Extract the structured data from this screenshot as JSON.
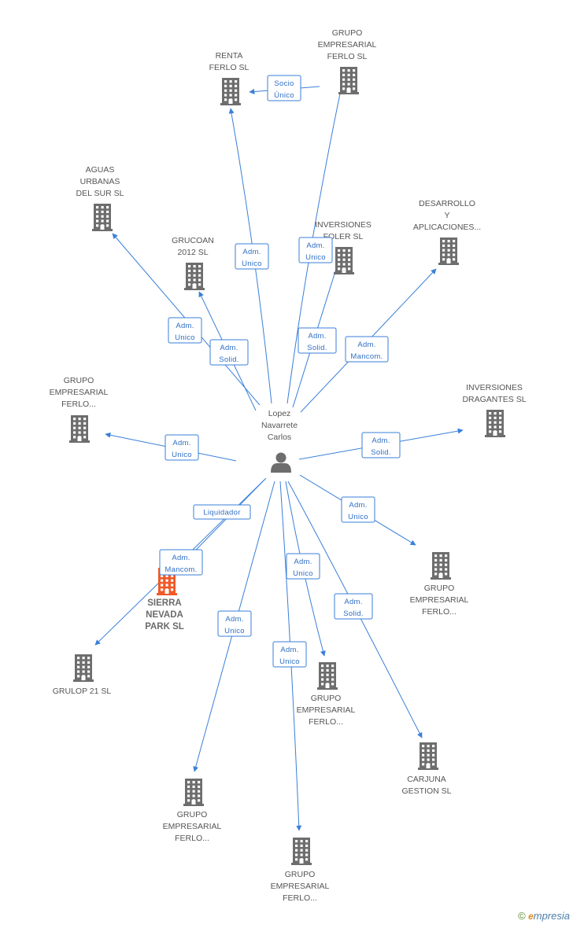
{
  "colors": {
    "edge": "#3a7fd9",
    "building": "#6d6d6d",
    "highlight": "#f05a28",
    "label": "#555555"
  },
  "center": {
    "id": "person",
    "icon": "person-icon",
    "label": [
      "Lopez",
      "Navarrete",
      "Carlos"
    ]
  },
  "nodes": [
    {
      "id": "renta",
      "label": [
        "RENTA",
        "FERLO SL"
      ],
      "icon": "building-icon"
    },
    {
      "id": "grupo_top",
      "label": [
        "GRUPO",
        "EMPRESARIAL",
        "FERLO SL"
      ],
      "icon": "building-icon"
    },
    {
      "id": "aguas",
      "label": [
        "AGUAS",
        "URBANAS",
        "DEL SUR SL"
      ],
      "icon": "building-icon"
    },
    {
      "id": "grucoan",
      "label": [
        "GRUCOAN",
        "2012 SL"
      ],
      "icon": "building-icon"
    },
    {
      "id": "inversiones_foler",
      "label": [
        "INVERSIONES",
        "FOLER SL"
      ],
      "icon": "building-icon"
    },
    {
      "id": "desarrollo",
      "label": [
        "DESARROLLO",
        "Y",
        "APLICACIONES..."
      ],
      "icon": "building-icon"
    },
    {
      "id": "grupo_left",
      "label": [
        "GRUPO",
        "EMPRESARIAL",
        "FERLO..."
      ],
      "icon": "building-icon"
    },
    {
      "id": "inversiones_dragantes",
      "label": [
        "INVERSIONES",
        "DRAGANTES SL"
      ],
      "icon": "building-icon"
    },
    {
      "id": "sierra",
      "label": [
        "SIERRA",
        "NEVADA",
        "PARK SL"
      ],
      "icon": "building-icon",
      "highlight": true
    },
    {
      "id": "grulop",
      "label": [
        "GRULOP 21 SL"
      ],
      "icon": "building-icon"
    },
    {
      "id": "grupo_right",
      "label": [
        "GRUPO",
        "EMPRESARIAL",
        "FERLO..."
      ],
      "icon": "building-icon"
    },
    {
      "id": "grupo_mid",
      "label": [
        "GRUPO",
        "EMPRESARIAL",
        "FERLO..."
      ],
      "icon": "building-icon"
    },
    {
      "id": "carjuna",
      "label": [
        "CARJUNA",
        "GESTION SL"
      ],
      "icon": "building-icon"
    },
    {
      "id": "grupo_bl",
      "label": [
        "GRUPO",
        "EMPRESARIAL",
        "FERLO..."
      ],
      "icon": "building-icon"
    },
    {
      "id": "grupo_bottom",
      "label": [
        "GRUPO",
        "EMPRESARIAL",
        "FERLO..."
      ],
      "icon": "building-icon"
    }
  ],
  "edges": [
    {
      "from": "grupo_top",
      "to": "renta",
      "label": [
        "Socio",
        "Único"
      ]
    },
    {
      "from": "person",
      "to": "renta",
      "label": [
        "Adm.",
        "Unico"
      ]
    },
    {
      "from": "person",
      "to": "grupo_top",
      "label": [
        "Adm.",
        "Unico"
      ]
    },
    {
      "from": "person",
      "to": "aguas",
      "label": [
        "Adm.",
        "Unico"
      ]
    },
    {
      "from": "person",
      "to": "grucoan",
      "label": [
        "Adm.",
        "Solid."
      ]
    },
    {
      "from": "person",
      "to": "inversiones_foler",
      "label": [
        "Adm.",
        "Solid."
      ]
    },
    {
      "from": "person",
      "to": "desarrollo",
      "label": [
        "Adm.",
        "Mancom."
      ]
    },
    {
      "from": "person",
      "to": "grupo_left",
      "label": [
        "Adm.",
        "Unico"
      ]
    },
    {
      "from": "person",
      "to": "inversiones_dragantes",
      "label": [
        "Adm.",
        "Solid."
      ]
    },
    {
      "from": "person",
      "to": "sierra",
      "label": [
        "Liquidador"
      ]
    },
    {
      "from": "person",
      "to": "grulop",
      "label": [
        "Adm.",
        "Mancom."
      ]
    },
    {
      "from": "person",
      "to": "grupo_right",
      "label": [
        "Adm.",
        "Unico"
      ]
    },
    {
      "from": "person",
      "to": "grupo_mid",
      "label": [
        "Adm.",
        "Unico"
      ]
    },
    {
      "from": "person",
      "to": "carjuna",
      "label": [
        "Adm.",
        "Solid."
      ]
    },
    {
      "from": "person",
      "to": "grupo_bl",
      "label": [
        "Adm.",
        "Unico"
      ]
    },
    {
      "from": "person",
      "to": "grupo_bottom",
      "label": [
        "Adm.",
        "Unico"
      ]
    }
  ],
  "footer": {
    "copyright": "©",
    "brand_first": "e",
    "brand_rest": "mpresia"
  }
}
